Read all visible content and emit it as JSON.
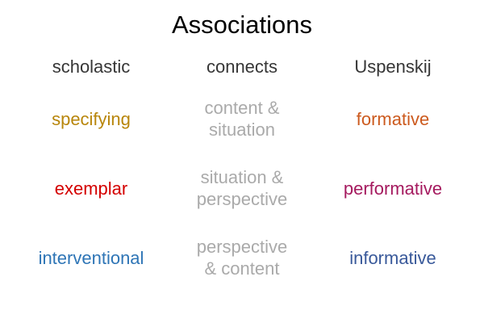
{
  "slide": {
    "title": "Associations",
    "background_color": "#ffffff",
    "title_color": "#000000",
    "header_color": "#363636",
    "middle_column_color": "#AAAAAA"
  },
  "table": {
    "headers": [
      {
        "label": "scholastic"
      },
      {
        "label": "connects"
      },
      {
        "label": "Uspenskij"
      }
    ],
    "rows": [
      {
        "left": {
          "text": "specifying",
          "color": "#B8860B"
        },
        "middle": {
          "line1": "content &",
          "line2": "situation",
          "color": "#AAAAAA"
        },
        "right": {
          "text": "formative",
          "color": "#CC5A1E"
        }
      },
      {
        "left": {
          "text": "exemplar",
          "color": "#D40000"
        },
        "middle": {
          "line1": "situation &",
          "line2": "perspective",
          "color": "#AAAAAA"
        },
        "right": {
          "text": "performative",
          "color": "#A51A5F"
        }
      },
      {
        "left": {
          "text": "interventional",
          "color": "#2E75B6"
        },
        "middle": {
          "line1": "perspective",
          "line2": "& content",
          "color": "#AAAAAA"
        },
        "right": {
          "text": "informative",
          "color": "#39599A"
        }
      }
    ]
  }
}
